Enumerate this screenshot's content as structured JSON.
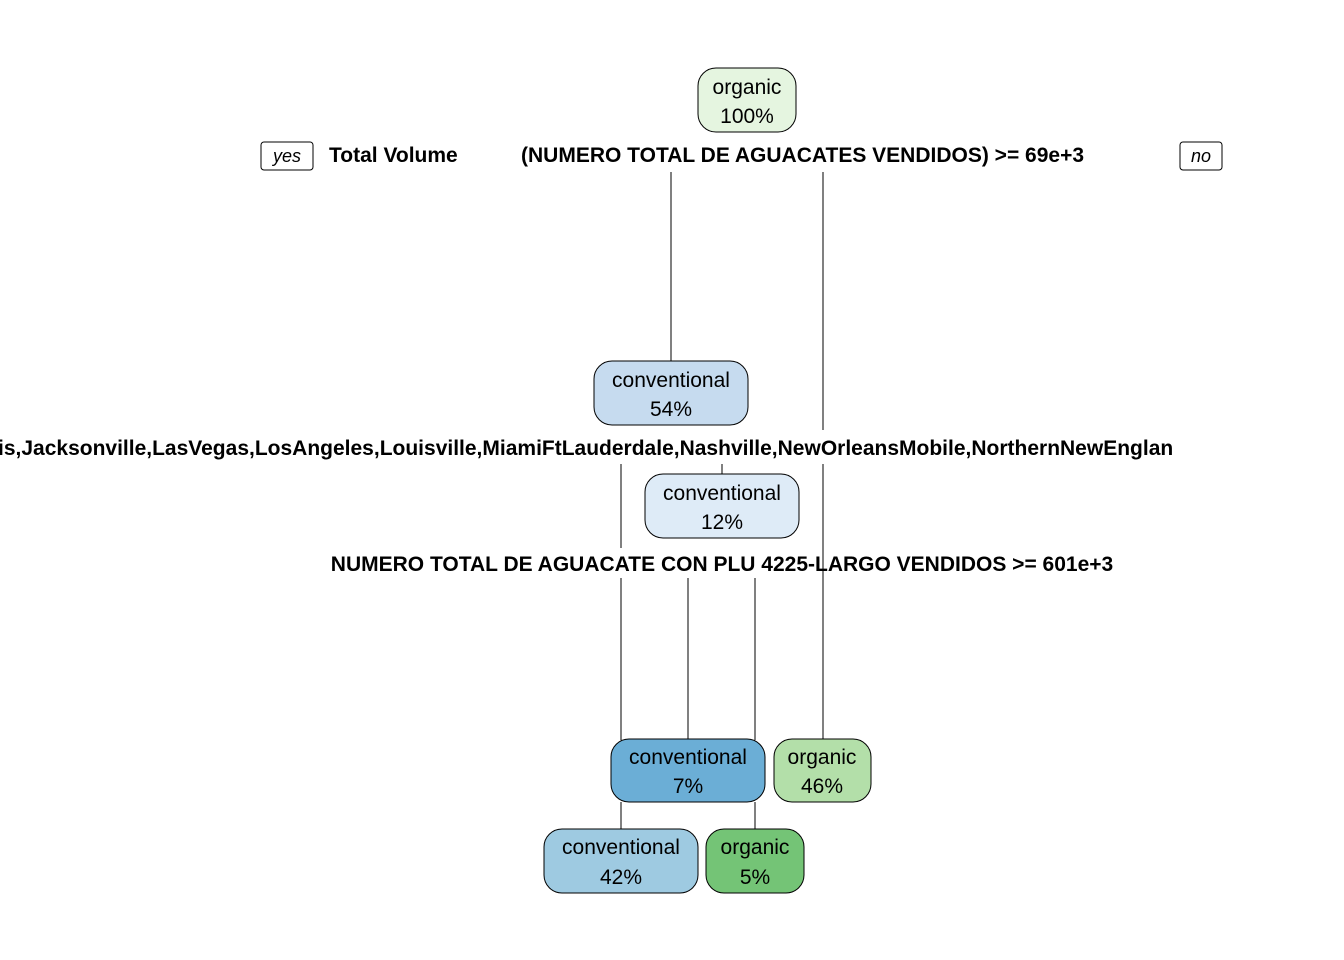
{
  "tree": {
    "nodes": {
      "root": {
        "class": "organic",
        "percent": "100%",
        "fill": "#E5F5E0"
      },
      "n2": {
        "class": "conventional",
        "percent": "54%",
        "fill": "#C6DBEF"
      },
      "n5": {
        "class": "conventional",
        "percent": "12%",
        "fill": "#DEEBF7"
      },
      "n10": {
        "class": "conventional",
        "percent": "7%",
        "fill": "#6BAED6"
      },
      "n3": {
        "class": "organic",
        "percent": "46%",
        "fill": "#B3DFA9"
      },
      "n4": {
        "class": "conventional",
        "percent": "42%",
        "fill": "#9ECAE1"
      },
      "n11": {
        "class": "organic",
        "percent": "5%",
        "fill": "#74C476"
      }
    },
    "splits": {
      "root_left": "Total Volume",
      "root_right": "(NUMERO TOTAL DE AGUACATES VENDIDOS) >= 69e+3",
      "n2": "is,Jacksonville,LasVegas,LosAngeles,Louisville,MiamiFtLauderdale,Nashville,NewOrleansMobile,NorthernNewEnglan",
      "n5": "NUMERO TOTAL DE AGUACATE CON PLU 4225-LARGO VENDIDOS >= 601e+3"
    },
    "yes_label": "yes",
    "no_label": "no"
  }
}
